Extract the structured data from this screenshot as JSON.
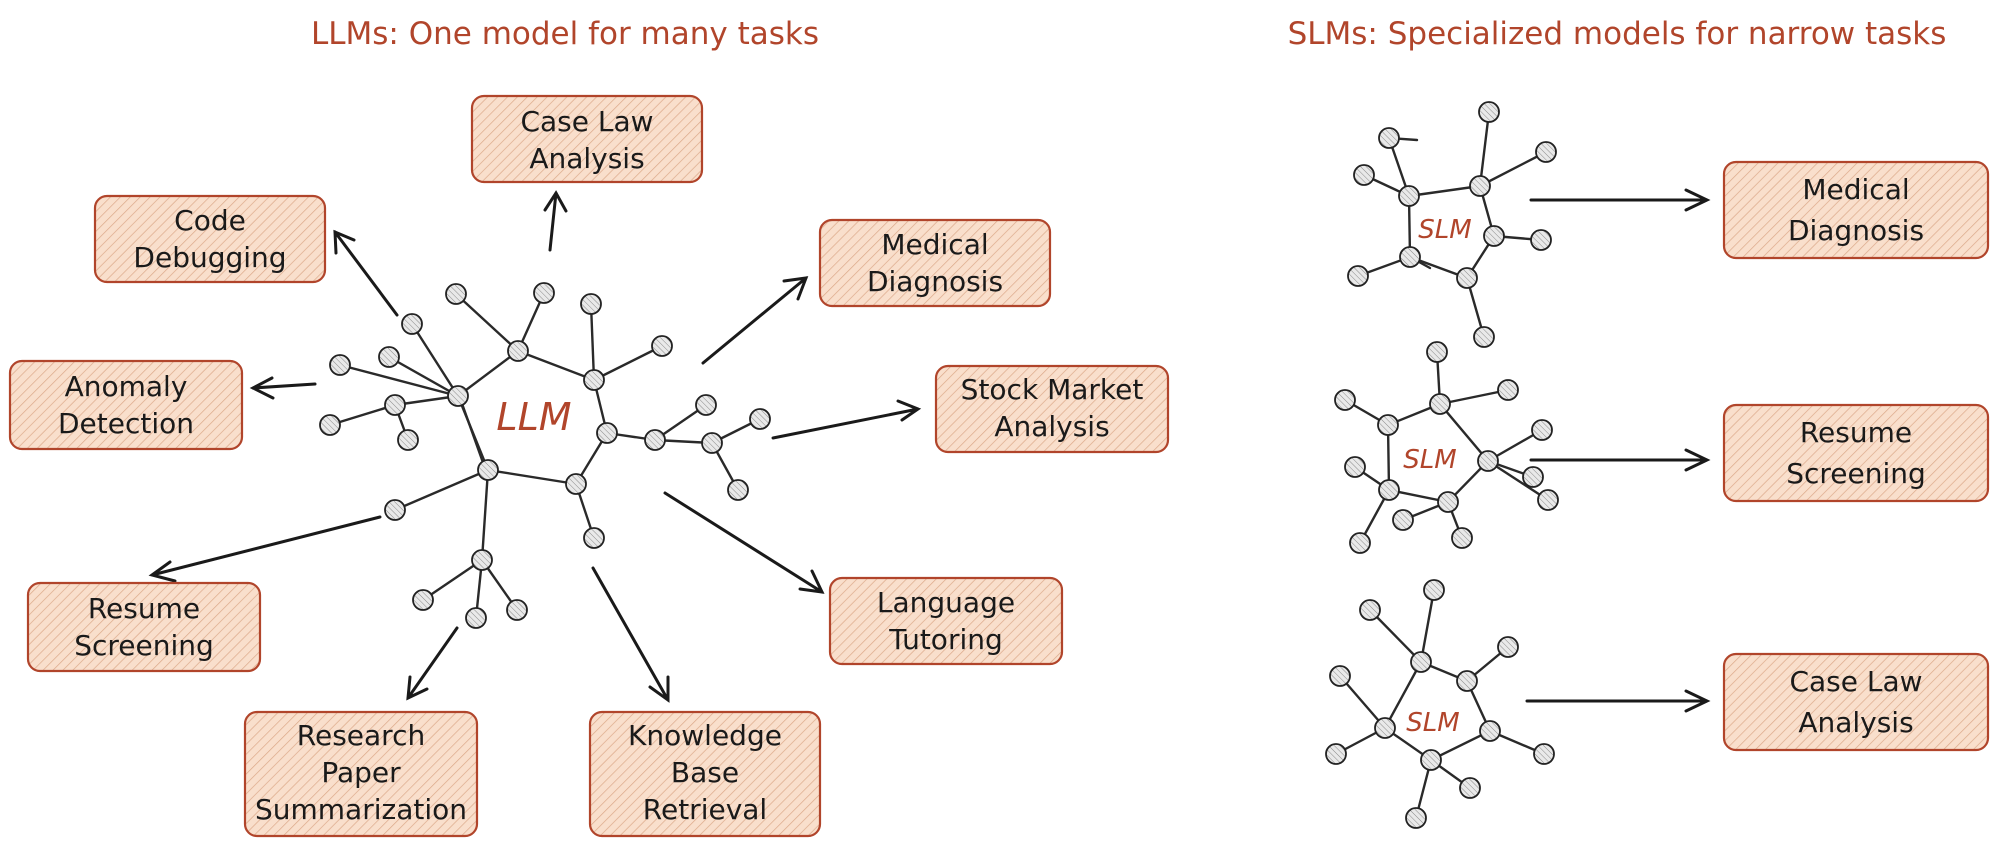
{
  "titles": {
    "llm": "LLMs: One model for many tasks",
    "slm": "SLMs: Specialized models for narrow tasks"
  },
  "llm_label": "LLM",
  "slm_label": "SLM",
  "llm_tasks": [
    {
      "id": "case-law-analysis",
      "lines": [
        "Case Law",
        "Analysis"
      ]
    },
    {
      "id": "code-debugging",
      "lines": [
        "Code",
        "Debugging"
      ]
    },
    {
      "id": "medical-diagnosis",
      "lines": [
        "Medical",
        "Diagnosis"
      ]
    },
    {
      "id": "anomaly-detection",
      "lines": [
        "Anomaly",
        "Detection"
      ]
    },
    {
      "id": "stock-market-analysis",
      "lines": [
        "Stock Market",
        "Analysis"
      ]
    },
    {
      "id": "resume-screening",
      "lines": [
        "Resume",
        "Screening"
      ]
    },
    {
      "id": "language-tutoring",
      "lines": [
        "Language",
        "Tutoring"
      ]
    },
    {
      "id": "research-paper-summarization",
      "lines": [
        "Research",
        "Paper",
        "Summarization"
      ]
    },
    {
      "id": "knowledge-base-retrieval",
      "lines": [
        "Knowledge",
        "Base",
        "Retrieval"
      ]
    }
  ],
  "slm_tasks": [
    {
      "id": "medical-diagnosis",
      "lines": [
        "Medical",
        "Diagnosis"
      ]
    },
    {
      "id": "resume-screening",
      "lines": [
        "Resume",
        "Screening"
      ]
    },
    {
      "id": "case-law-analysis",
      "lines": [
        "Case Law",
        "Analysis"
      ]
    }
  ],
  "colors": {
    "accent": "#b1452b",
    "box_fill": "#f7d9c4",
    "ink": "#1a1a1a"
  }
}
